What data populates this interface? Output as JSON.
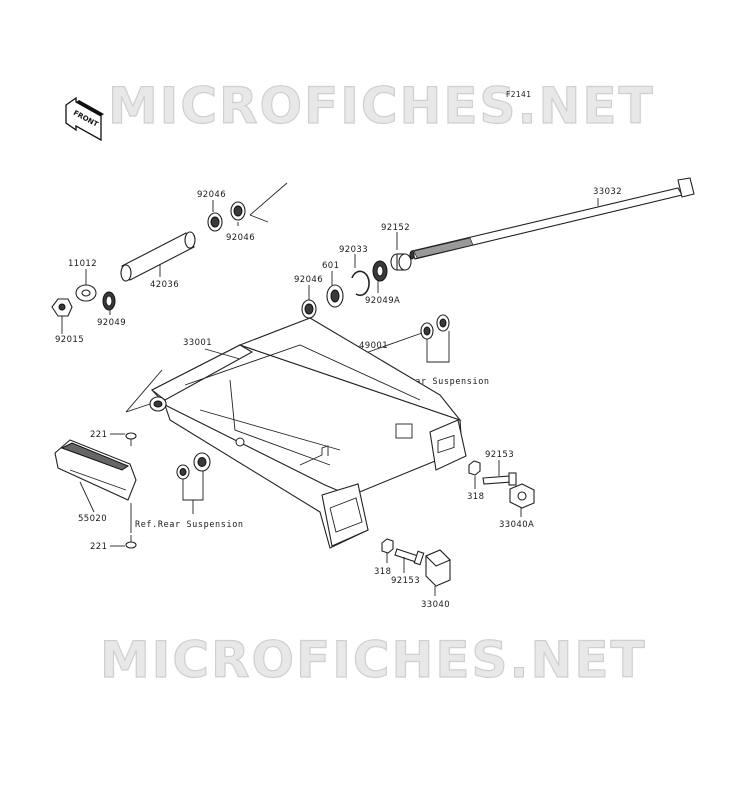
{
  "diagram": {
    "code": "F2141",
    "front_label": "FRONT",
    "watermark_top": "MICROFICHES.NET",
    "watermark_bottom": "MICROFICHES.NET"
  },
  "parts": {
    "p92046_a": "92046",
    "p92046_b": "92046",
    "p92046_c": "92046",
    "p33032": "33032",
    "p92152": "92152",
    "p11012": "11012",
    "p92033": "92033",
    "p601": "601",
    "p42036": "42036",
    "p92049": "92049",
    "p92049A": "92049A",
    "p92015": "92015",
    "p33001": "33001",
    "p49001": "49001",
    "p221_top": "221",
    "p92153_right": "92153",
    "p318_right": "318",
    "p33040A": "33040A",
    "p55020": "55020",
    "p221_bottom": "221",
    "p318_bottom": "318",
    "p92153_bottom": "92153",
    "p33040": "33040"
  },
  "refs": {
    "rear_suspension_right": "Ref.Rear Suspension",
    "rear_suspension_left": "Ref.Rear Suspension"
  }
}
